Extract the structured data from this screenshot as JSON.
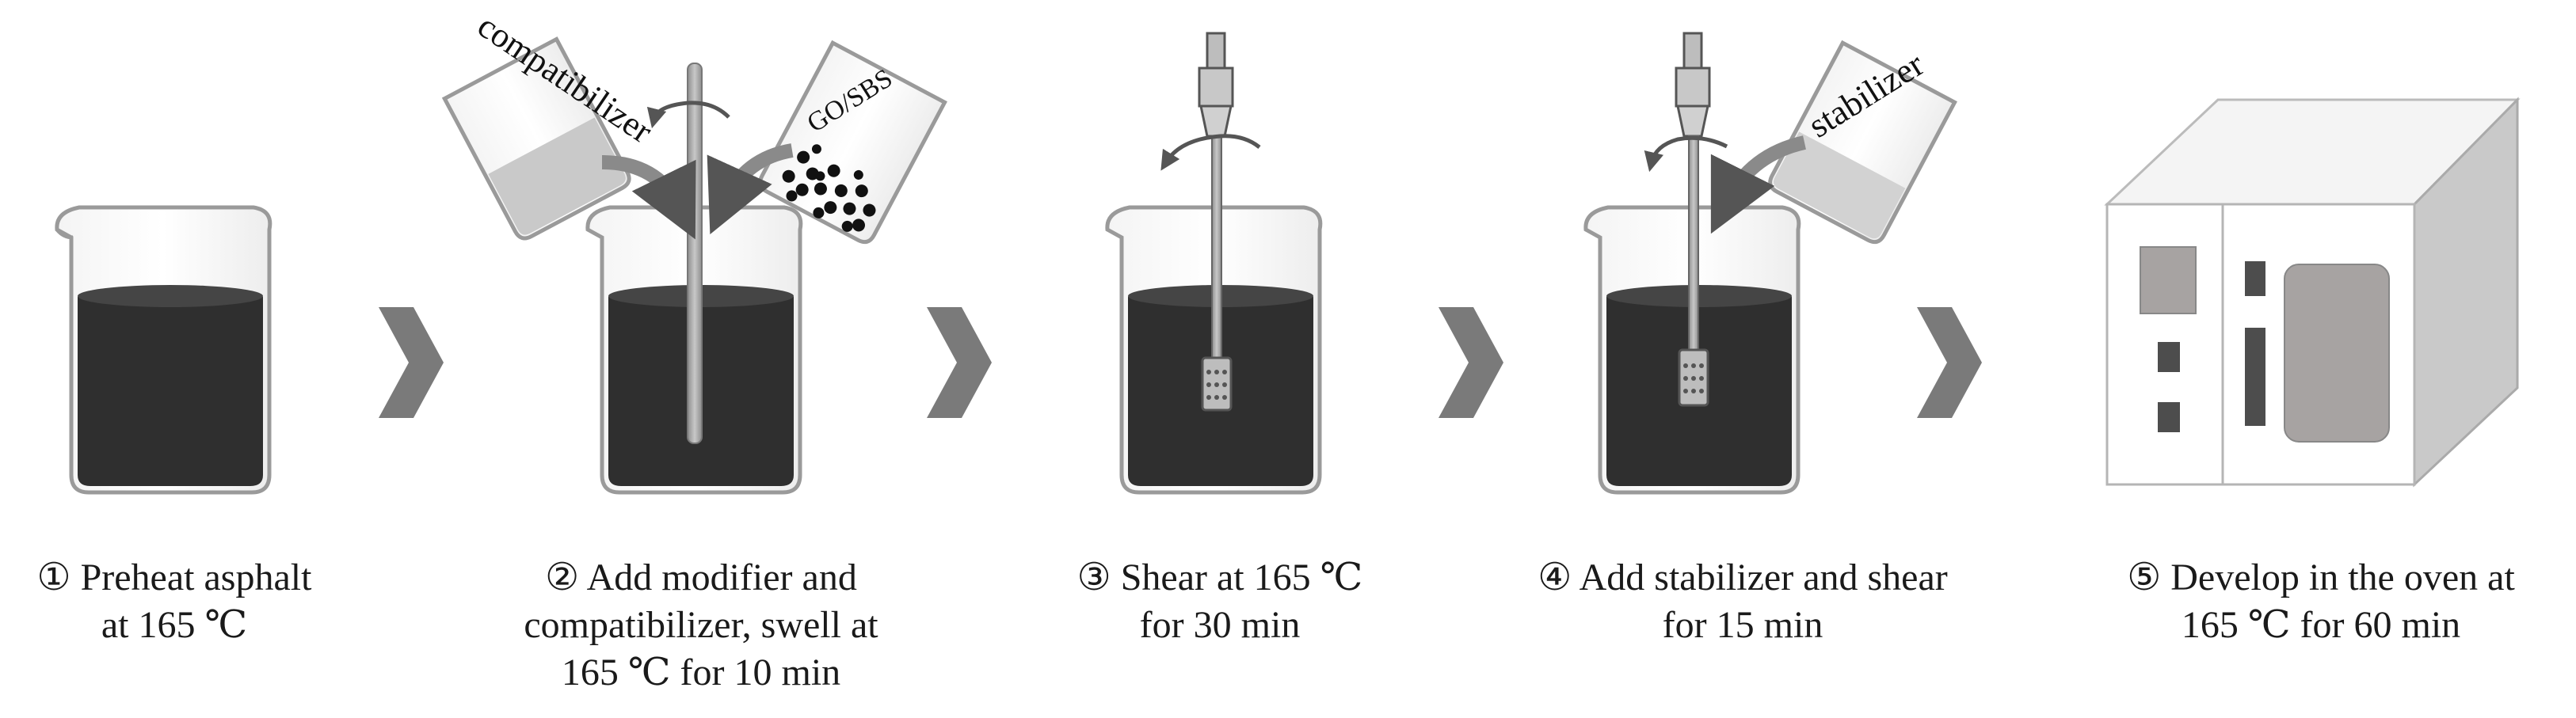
{
  "steps": [
    {
      "number": "①",
      "lines": [
        "Preheat asphalt",
        "at 165 ℃"
      ]
    },
    {
      "number": "②",
      "lines": [
        "Add modifier and",
        "compatibilizer, swell at",
        "165 ℃ for 10 min"
      ]
    },
    {
      "number": "③",
      "lines": [
        "Shear at 165 ℃",
        "for 30 min"
      ]
    },
    {
      "number": "④",
      "lines": [
        "Add stabilizer and shear",
        "for 15 min"
      ]
    },
    {
      "number": "⑤",
      "lines": [
        "Develop in the oven at",
        "165 ℃ for 60 min"
      ]
    }
  ],
  "labels": {
    "compatibilizer": "compatibilizer",
    "modifier": "GO/SBS",
    "stabilizer": "stabilizer"
  },
  "icons": {
    "beaker": "beaker-icon",
    "arrow": "chevron-right-icon",
    "oven": "oven-icon",
    "shear_head": "shear-mixer-icon",
    "rotation": "rotate-ccw-icon"
  },
  "colors": {
    "asphalt": "#2f2f2f",
    "glass_outline": "#9a9a9a",
    "chevron": "#7a7a7a",
    "oven_panel": "#a7a3a2",
    "oven_dark": "#4d4d4d"
  }
}
